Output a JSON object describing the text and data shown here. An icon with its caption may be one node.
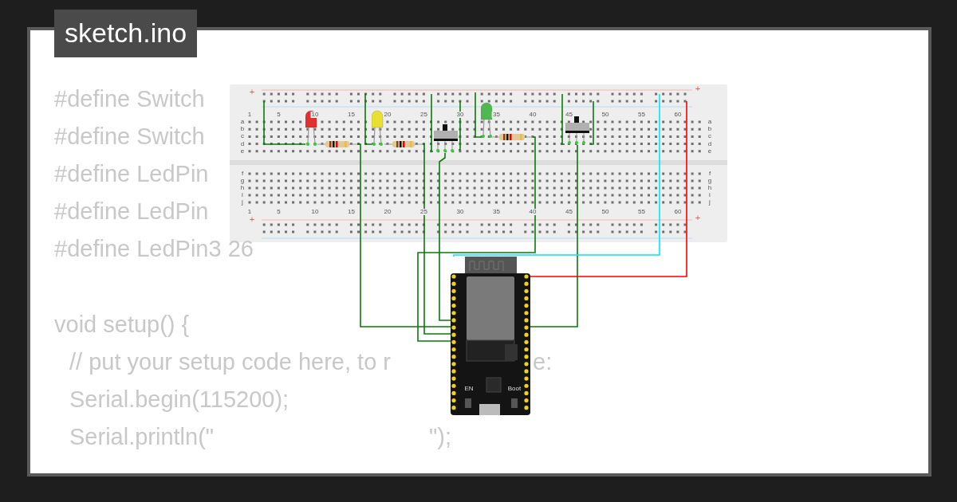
{
  "diagram": {
    "nodes": [
      {
        "text": [],
        "shape": "breadboard"
      },
      {
        "text": [],
        "shape": "led",
        "in": 0
      },
      {
        "text": [],
        "shape": "resistor",
        "in": 0
      },
      {
        "text": [],
        "shape": "led",
        "in": 0
      },
      {
        "text": [],
        "shape": "resistor",
        "in": 0
      },
      {
        "text": [],
        "shape": "switch",
        "in": 0
      },
      {
        "text": [],
        "shape": "led",
        "in": 0
      },
      {
        "text": [],
        "shape": "resistor",
        "in": 0
      },
      {
        "text": [],
        "shape": "switch",
        "in": 0
      },
      {
        "text": [],
        "shape": "board"
      }
    ],
    "edges": [
      {
        "from": 0,
        "to": 1,
        "arrow": "none"
      },
      {
        "from": 2,
        "to": 9,
        "arrow": "none"
      },
      {
        "from": 0,
        "to": 3,
        "arrow": "none"
      },
      {
        "from": 4,
        "to": 9,
        "arrow": "none"
      },
      {
        "from": 0,
        "to": 5,
        "arrow": "none"
      },
      {
        "from": 0,
        "to": 5,
        "arrow": "none"
      },
      {
        "from": 5,
        "to": 9,
        "arrow": "none"
      },
      {
        "from": 0,
        "to": 6,
        "arrow": "none"
      },
      {
        "from": 7,
        "to": 9,
        "arrow": "none"
      },
      {
        "from": 0,
        "to": 8,
        "arrow": "none"
      },
      {
        "from": 0,
        "to": 8,
        "arrow": "none"
      },
      {
        "from": 8,
        "to": 9,
        "arrow": "none"
      },
      {
        "from": 0,
        "to": 9,
        "arrow": "none",
        "color": "#00e5ff"
      },
      {
        "from": 0,
        "to": 9,
        "arrow": "none",
        "color": "#ff0000"
      }
    ],
    "labels": [
      "sketch.ino",
      "#define Switch",
      "#define Switch",
      "#define LedPin",
      "#define LedPin",
      "#define LedPin3 26",
      "void setup() {",
      "// put your setup code here, to r",
      "e:",
      "Serial.begin(115200);",
      "Serial.println(\"",
      "\");",
      "1",
      "5",
      "10",
      "15",
      "20",
      "25",
      "30",
      "35",
      "40",
      "45",
      "50",
      "55",
      "60",
      "a",
      "b",
      "c",
      "d",
      "e",
      "f",
      "g",
      "h",
      "i",
      "j",
      "a",
      "b",
      "c",
      "d",
      "e",
      "f",
      "g",
      "h",
      "i",
      "j",
      "1",
      "5",
      "10",
      "15",
      "20",
      "25",
      "30",
      "35",
      "40",
      "45",
      "50",
      "55",
      "60",
      "+",
      "+",
      "+",
      "+",
      "EN",
      "Boot"
    ]
  }
}
